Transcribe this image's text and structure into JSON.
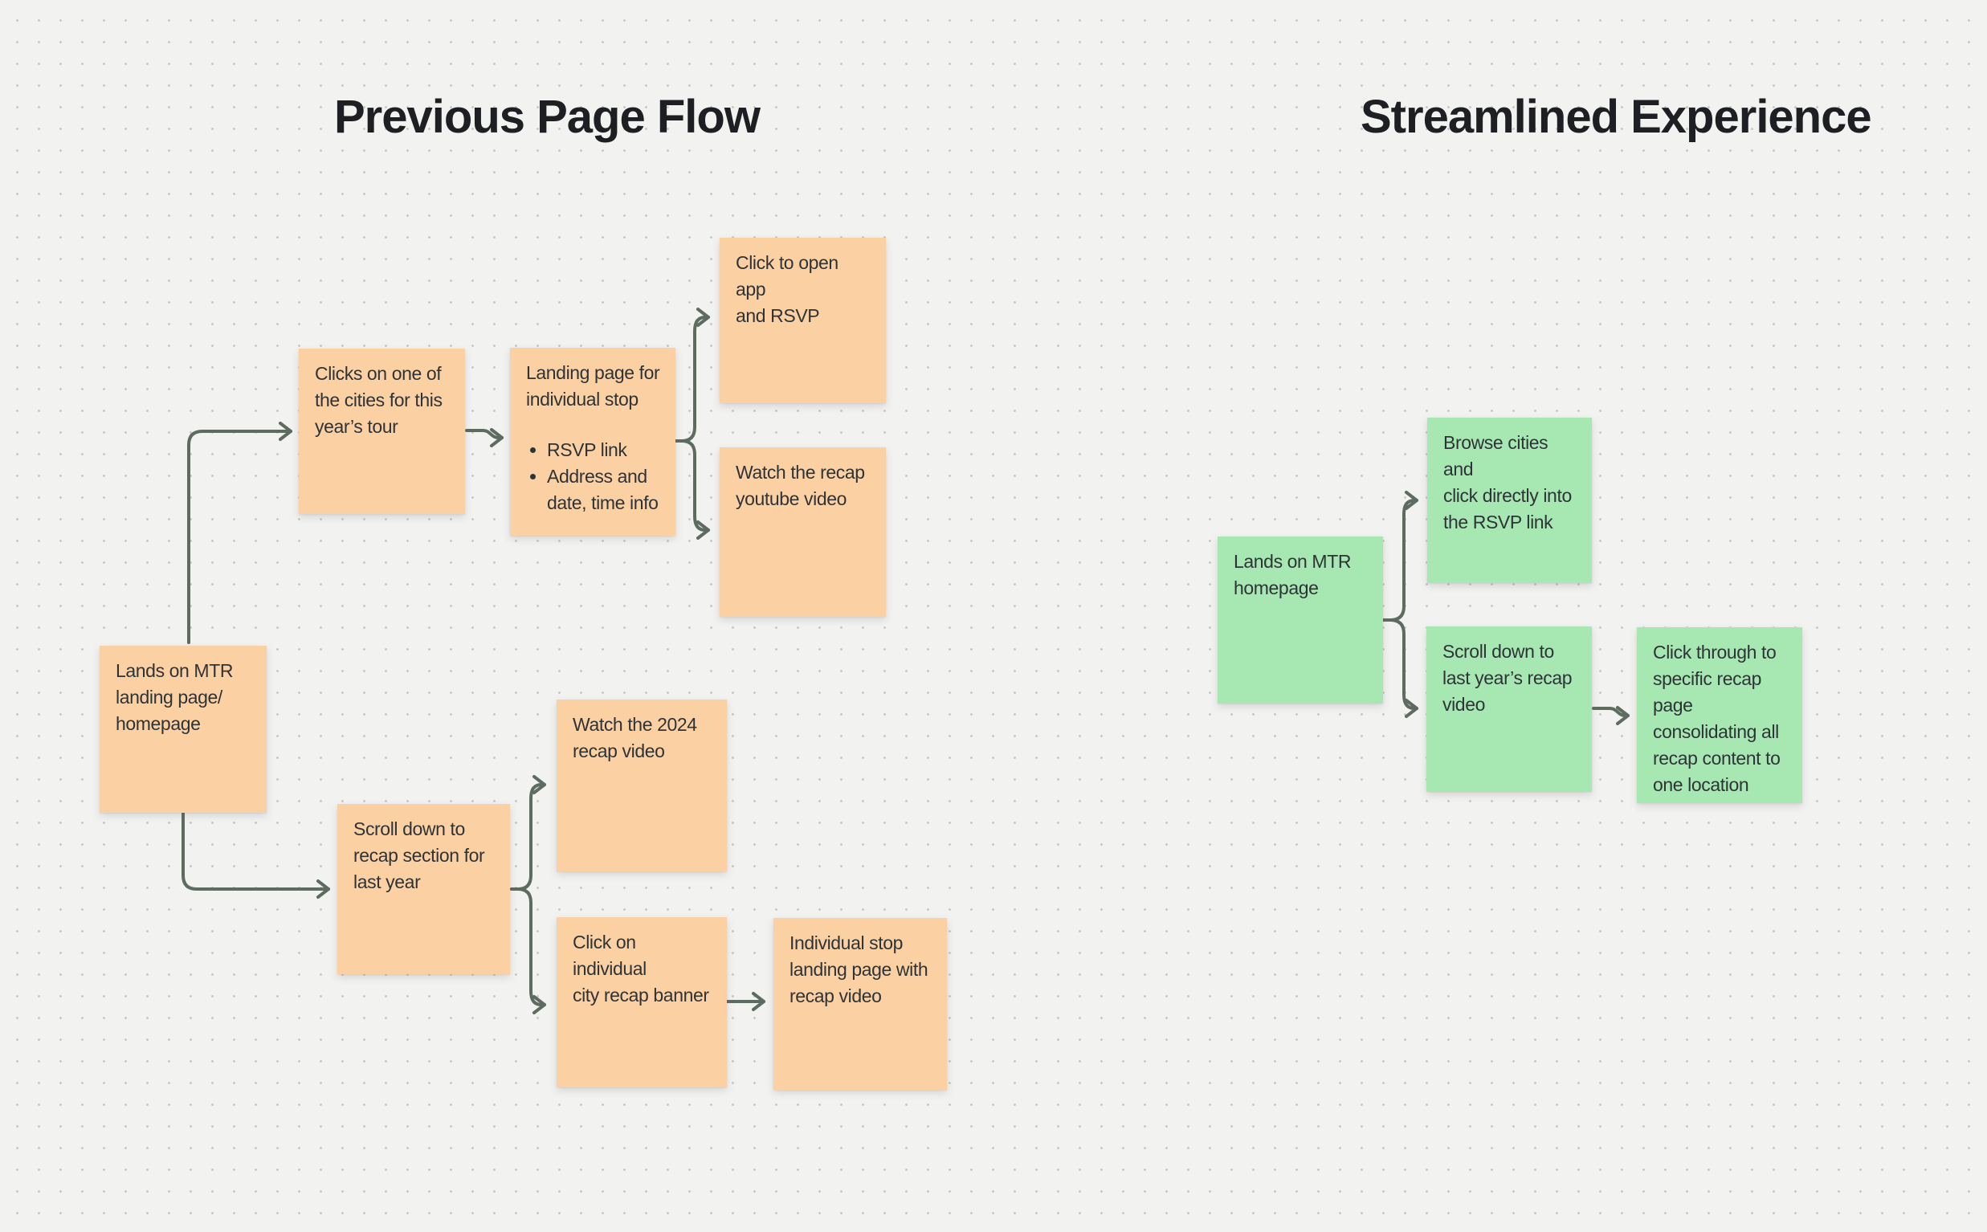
{
  "board": {
    "titles": {
      "left": "Previous Page Flow",
      "right": "Streamlined Experience"
    }
  },
  "colors": {
    "background": "#F2F2F1",
    "dot_grid": "#C8C8C6",
    "orange_note": "#FBD0A2",
    "green_note": "#A7E8B2",
    "arrow": "#5E6B60",
    "note_text": "#2E3338",
    "title_text": "#1D1F23"
  },
  "notes": [
    {
      "id": "lands-landing-page",
      "color": "orange",
      "text": "Lands on MTR\nlanding page/\nhomepage"
    },
    {
      "id": "clicks-city",
      "color": "orange",
      "text": "Clicks on one of\nthe cities for this\nyear’s tour"
    },
    {
      "id": "landing-page-stop",
      "color": "orange",
      "title": "Landing page for\nindividual stop",
      "bullets": [
        "RSVP link",
        "Address and\ndate, time info"
      ]
    },
    {
      "id": "click-open-app",
      "color": "orange",
      "text": "Click to open app\nand RSVP"
    },
    {
      "id": "watch-recap-youtube",
      "color": "orange",
      "text": "Watch the recap\nyoutube video"
    },
    {
      "id": "scroll-recap-section",
      "color": "orange",
      "text": "Scroll down to\nrecap section for\nlast year"
    },
    {
      "id": "watch-2024-recap",
      "color": "orange",
      "text": "Watch the 2024\nrecap video"
    },
    {
      "id": "click-city-banner",
      "color": "orange",
      "text": "Click on individual\ncity recap banner"
    },
    {
      "id": "individual-stop-page",
      "color": "orange",
      "text": "Individual stop\nlanding page with\nrecap video"
    },
    {
      "id": "lands-homepage",
      "color": "green",
      "text": "Lands on MTR\nhomepage"
    },
    {
      "id": "browse-cities-rsvp",
      "color": "green",
      "text": "Browse cities and\nclick directly into\nthe RSVP link"
    },
    {
      "id": "scroll-last-year",
      "color": "green",
      "text": "Scroll down to\nlast year’s recap\nvideo"
    },
    {
      "id": "click-through-recap",
      "color": "green",
      "text": "Click through to\nspecific recap\npage\nconsolidating all\nrecap content to\none location"
    }
  ]
}
